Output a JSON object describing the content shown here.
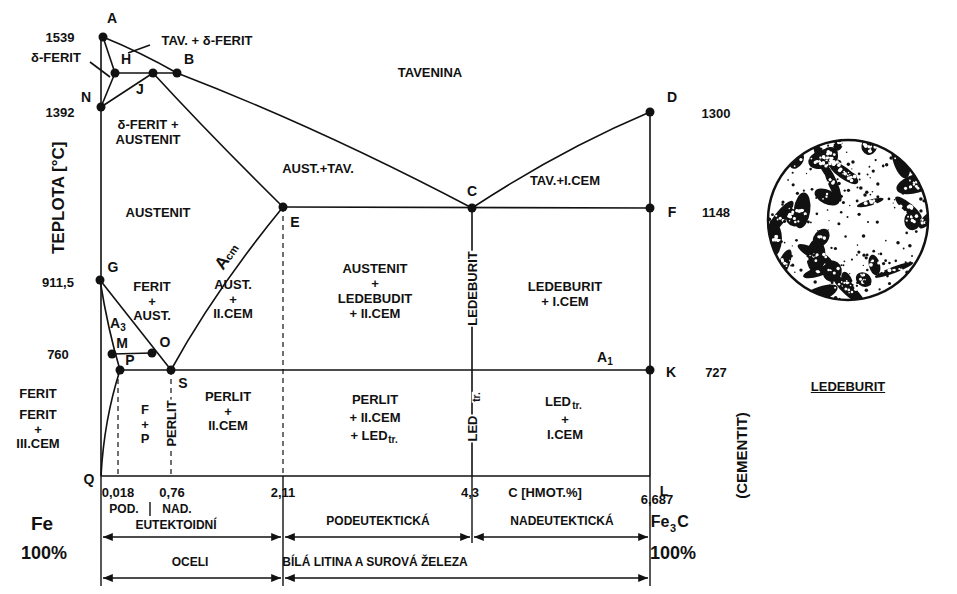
{
  "diagram": {
    "labels": [
      "1539",
      "A",
      "TAV. + δ-FERIT",
      "δ-FERIT",
      "H",
      "J",
      "B",
      "TAVENINA",
      "N",
      "1392",
      "δ-FERIT + AUSTENIT",
      "D",
      "1300",
      "AUST.+TAV.",
      "C",
      "TAV.+I.CEM",
      "AUSTENIT",
      "E",
      "F",
      "1148",
      "A",
      "cm",
      "G",
      "911,5",
      "FERIT + AUST.",
      "A",
      "3",
      "AUST. + II.CEM",
      "AUSTENIT + LEDEBUDIT + II.CEM",
      "LEDEBURIT",
      "LEDEBURIT + I.CEM",
      "M",
      "O",
      "760",
      "P",
      "S",
      "A",
      "1",
      "K",
      "727",
      "FERIT",
      "FERIT + III.CEM",
      "F + P",
      "PERLIT",
      "PERLIT + II.CEM",
      "PERLIT",
      "+ II.CEM",
      "+ LED",
      "tr.",
      "LED",
      "tr.",
      "LED",
      "tr.",
      "+ I.CEM",
      "Q",
      "L",
      "0,018",
      "0,76",
      "2,11",
      "4,3",
      "C [HMOT.%]",
      "6,687",
      "Fe",
      "100%",
      "POD.",
      "NAD.",
      "EUTEKTOIDNÍ",
      "PODEUTEKTICKÁ",
      "NADEUTEKTICKÁ",
      "OCELI",
      "BÍLÁ LITINA A SUROVÁ ŽELEZA",
      "Fe",
      "3",
      "C",
      "100%",
      "(CEMENTIT)",
      "TEPLOTA [°C]",
      "LEDEBURIT"
    ]
  }
}
